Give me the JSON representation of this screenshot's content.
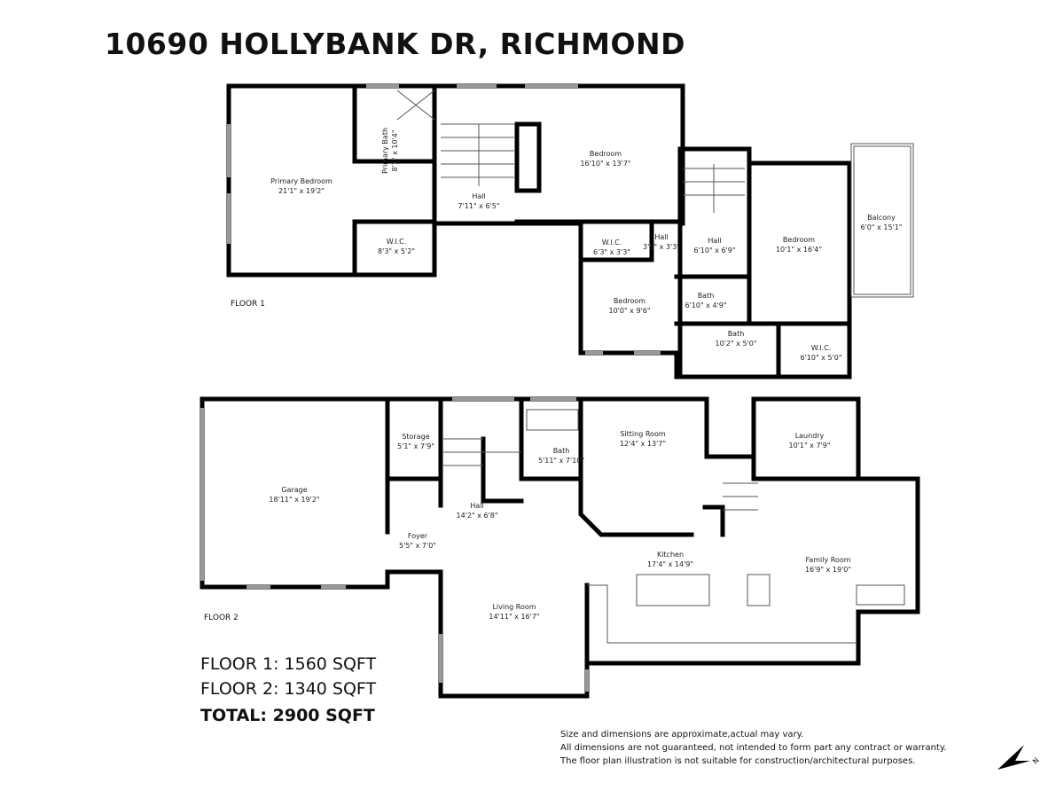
{
  "title": "10690 HOLLYBANK DR, RICHMOND",
  "floor1": {
    "label": "FLOOR 1",
    "rooms": [
      {
        "name": "Primary Bedroom",
        "dims": "21'1\" x 19'2\""
      },
      {
        "name": "Primary Bath",
        "dims": "8'1\" x 10'4\""
      },
      {
        "name": "Hall",
        "dims": "7'11\" x 6'5\""
      },
      {
        "name": "Bedroom",
        "dims": "16'10\" x 13'7\""
      },
      {
        "name": "W.I.C.",
        "dims": "8'3\" x 5'2\""
      },
      {
        "name": "W.I.C.",
        "dims": "6'3\" x 3'3\""
      },
      {
        "name": "Hall",
        "dims": "3'5\" x 3'3\""
      },
      {
        "name": "Hall",
        "dims": "6'10\" x 6'9\""
      },
      {
        "name": "Bedroom",
        "dims": "10'1\" x 16'4\""
      },
      {
        "name": "Balcony",
        "dims": "6'0\" x 15'1\""
      },
      {
        "name": "Bedroom",
        "dims": "10'0\" x 9'6\""
      },
      {
        "name": "Bath",
        "dims": "6'10\" x 4'9\""
      },
      {
        "name": "Bath",
        "dims": "10'2\" x 5'0\""
      },
      {
        "name": "W.I.C.",
        "dims": "6'10\" x 5'0\""
      }
    ]
  },
  "floor2": {
    "label": "FLOOR 2",
    "rooms": [
      {
        "name": "Garage",
        "dims": "18'11\" x 19'2\""
      },
      {
        "name": "Storage",
        "dims": "5'1\" x 7'9\""
      },
      {
        "name": "Bath",
        "dims": "5'11\" x 7'10\""
      },
      {
        "name": "Sitting Room",
        "dims": "12'4\" x 13'7\""
      },
      {
        "name": "Laundry",
        "dims": "10'1\" x 7'9\""
      },
      {
        "name": "Hall",
        "dims": "14'2\" x 6'8\""
      },
      {
        "name": "Foyer",
        "dims": "5'5\" x 7'0\""
      },
      {
        "name": "Kitchen",
        "dims": "17'4\" x 14'9\""
      },
      {
        "name": "Family Room",
        "dims": "16'9\" x 19'0\""
      },
      {
        "name": "Living Room",
        "dims": "14'11\" x 16'7\""
      }
    ]
  },
  "summary": {
    "floor1": "FLOOR 1: 1560 SQFT",
    "floor2": "FLOOR 2: 1340 SQFT",
    "total": "TOTAL: 2900 SQFT"
  },
  "disclaimer": [
    "Size and dimensions are approximate,actual may vary.",
    "All dimensions are not guaranteed, not intended to form part any contract or warranty.",
    "The floor plan illustration is not suitable for construction/architectural purposes."
  ],
  "compass": {
    "icon": "north-arrow-icon",
    "label": "N"
  }
}
